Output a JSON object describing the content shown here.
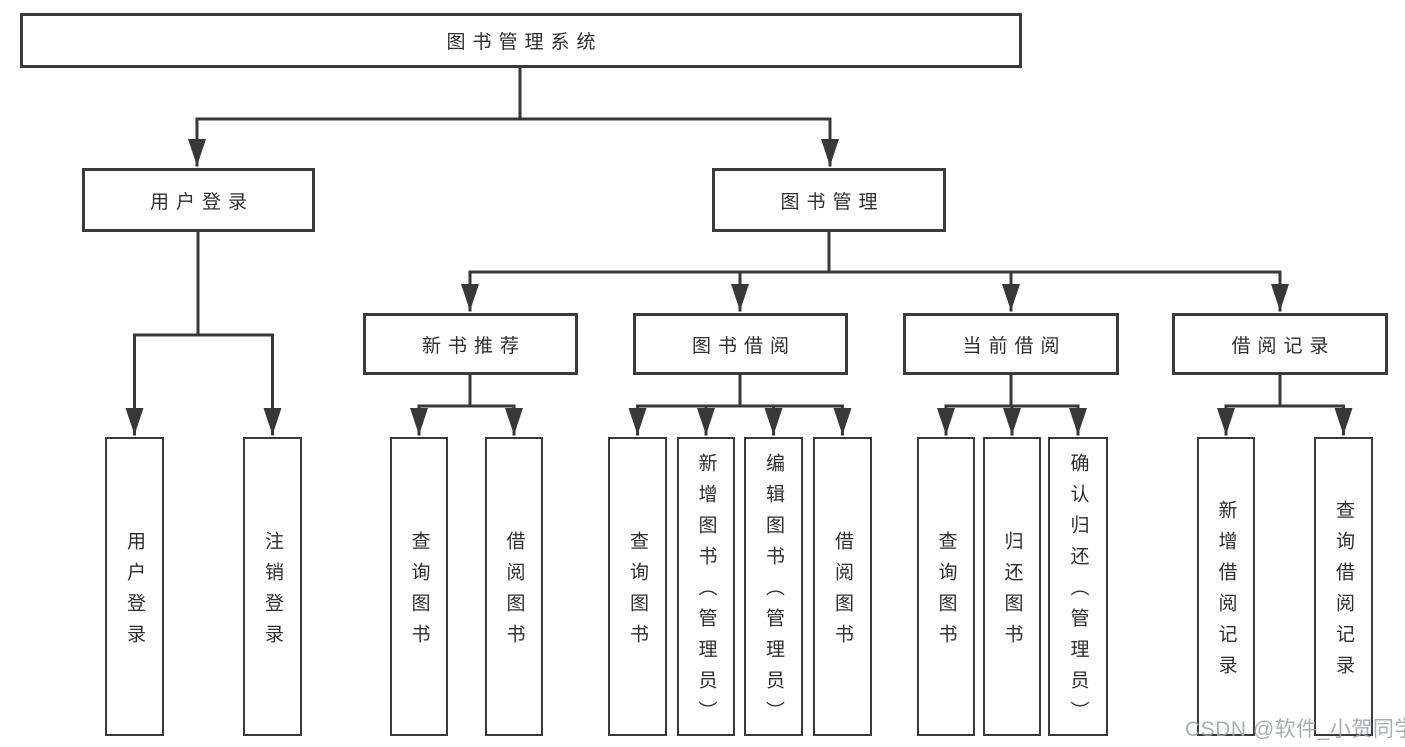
{
  "tree": {
    "label": "图书管理系统",
    "children": [
      {
        "label": "用户登录",
        "children": [
          {
            "label": "用户登录"
          },
          {
            "label": "注销登录"
          }
        ]
      },
      {
        "label": "图书管理",
        "children": [
          {
            "label": "新书推荐",
            "children": [
              {
                "label": "查询图书"
              },
              {
                "label": "借阅图书"
              }
            ]
          },
          {
            "label": "图书借阅",
            "children": [
              {
                "label": "查询图书"
              },
              {
                "label": "新增图书（管理员）"
              },
              {
                "label": "编辑图书（管理员）"
              },
              {
                "label": "借阅图书"
              }
            ]
          },
          {
            "label": "当前借阅",
            "children": [
              {
                "label": "查询图书"
              },
              {
                "label": "归还图书"
              },
              {
                "label": "确认归还（管理员）"
              }
            ]
          },
          {
            "label": "借阅记录",
            "children": [
              {
                "label": "新增借阅记录"
              },
              {
                "label": "查询借阅记录"
              }
            ]
          }
        ]
      }
    ]
  },
  "watermark": {
    "text": "CSDN @软件_小贺同学"
  },
  "colors": {
    "line": "#383838",
    "border": "#3a3a3a",
    "text": "#2e2e2e",
    "background": "#ffffff",
    "watermark": "#9ea3aa"
  }
}
